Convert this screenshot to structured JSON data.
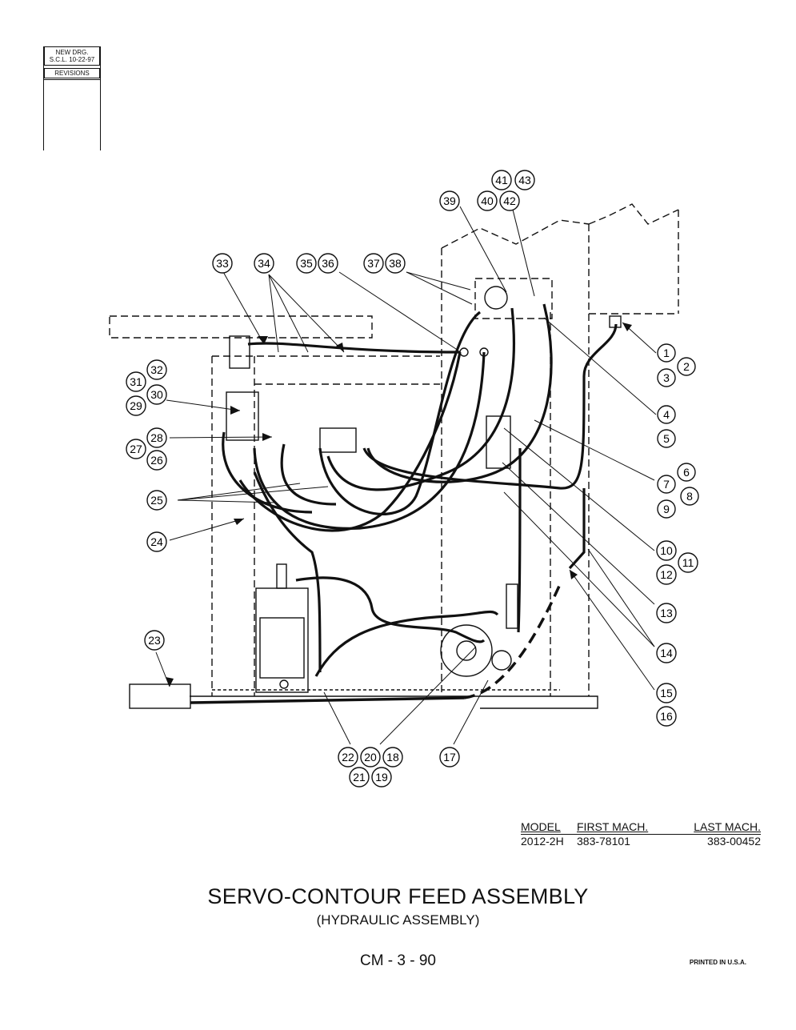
{
  "revision_box": {
    "new_drawing": "NEW DRG.",
    "scl_date": "S.C.L. 10-22-97",
    "revisions": "REVISIONS"
  },
  "callouts": [
    "1",
    "2",
    "3",
    "4",
    "5",
    "6",
    "7",
    "8",
    "9",
    "10",
    "11",
    "12",
    "13",
    "14",
    "15",
    "16",
    "17",
    "18",
    "19",
    "20",
    "21",
    "22",
    "23",
    "24",
    "25",
    "26",
    "27",
    "28",
    "29",
    "30",
    "31",
    "32",
    "33",
    "34",
    "35",
    "36",
    "37",
    "38",
    "39",
    "40",
    "41",
    "42",
    "43"
  ],
  "model_table": {
    "headers": [
      "MODEL",
      "FIRST MACH.",
      "LAST MACH."
    ],
    "row": [
      "2012-2H",
      "383-78101",
      "383-00452"
    ]
  },
  "title": "SERVO-CONTOUR FEED ASSEMBLY",
  "subtitle": "(HYDRAULIC ASSEMBLY)",
  "page_number": "CM - 3 - 90",
  "printed": "PRINTED IN U.S.A."
}
